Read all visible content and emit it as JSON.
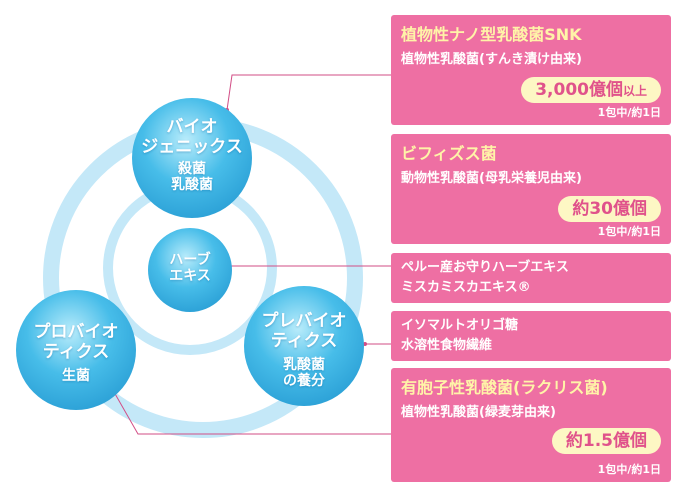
{
  "circles": {
    "bio": {
      "title_1": "バイオ",
      "title_2": "ジェニックス",
      "sub_1": "殺菌",
      "sub_2": "乳酸菌"
    },
    "herb": {
      "title_1": "ハーブ",
      "title_2": "エキス"
    },
    "pro": {
      "title_1": "プロバイオ",
      "title_2": "ティクス",
      "sub_1": "生菌"
    },
    "pre": {
      "title_1": "プレバイオ",
      "title_2": "ティクス",
      "sub_1": "乳酸菌",
      "sub_2": "の養分"
    }
  },
  "boxes": {
    "snk": {
      "name": "植物性ナノ型乳酸菌SNK",
      "desc": "植物性乳酸菌(すんき漬け由来)",
      "amount": "3,000億個",
      "amount_suffix": "以上",
      "per": "1包中/約1日"
    },
    "bifidus": {
      "name": "ビフィズス菌",
      "desc": "動物性乳酸菌(母乳栄養児由来)",
      "amount": "約30億個",
      "per": "1包中/約1日"
    },
    "herb_box": {
      "line_1": "ペルー産お守りハーブエキス",
      "line_2": "ミスカミスカエキス®"
    },
    "iso": {
      "line_1": "イソマルトオリゴ糖",
      "line_2": "水溶性食物繊維"
    },
    "lacris": {
      "name": "有胞子性乳酸菌(ラクリス菌)",
      "desc": "植物性乳酸菌(緑麦芽由来)",
      "amount": "約1.5億個",
      "per": "1包中/約1日"
    }
  },
  "colors": {
    "box": "#ee6fa3",
    "highlight_text": "#fff4a8",
    "pill_bg": "#fdf7c4",
    "pill_text": "#e0528b",
    "ring": "#c4e8f8",
    "circle": "#3cb4e8"
  }
}
